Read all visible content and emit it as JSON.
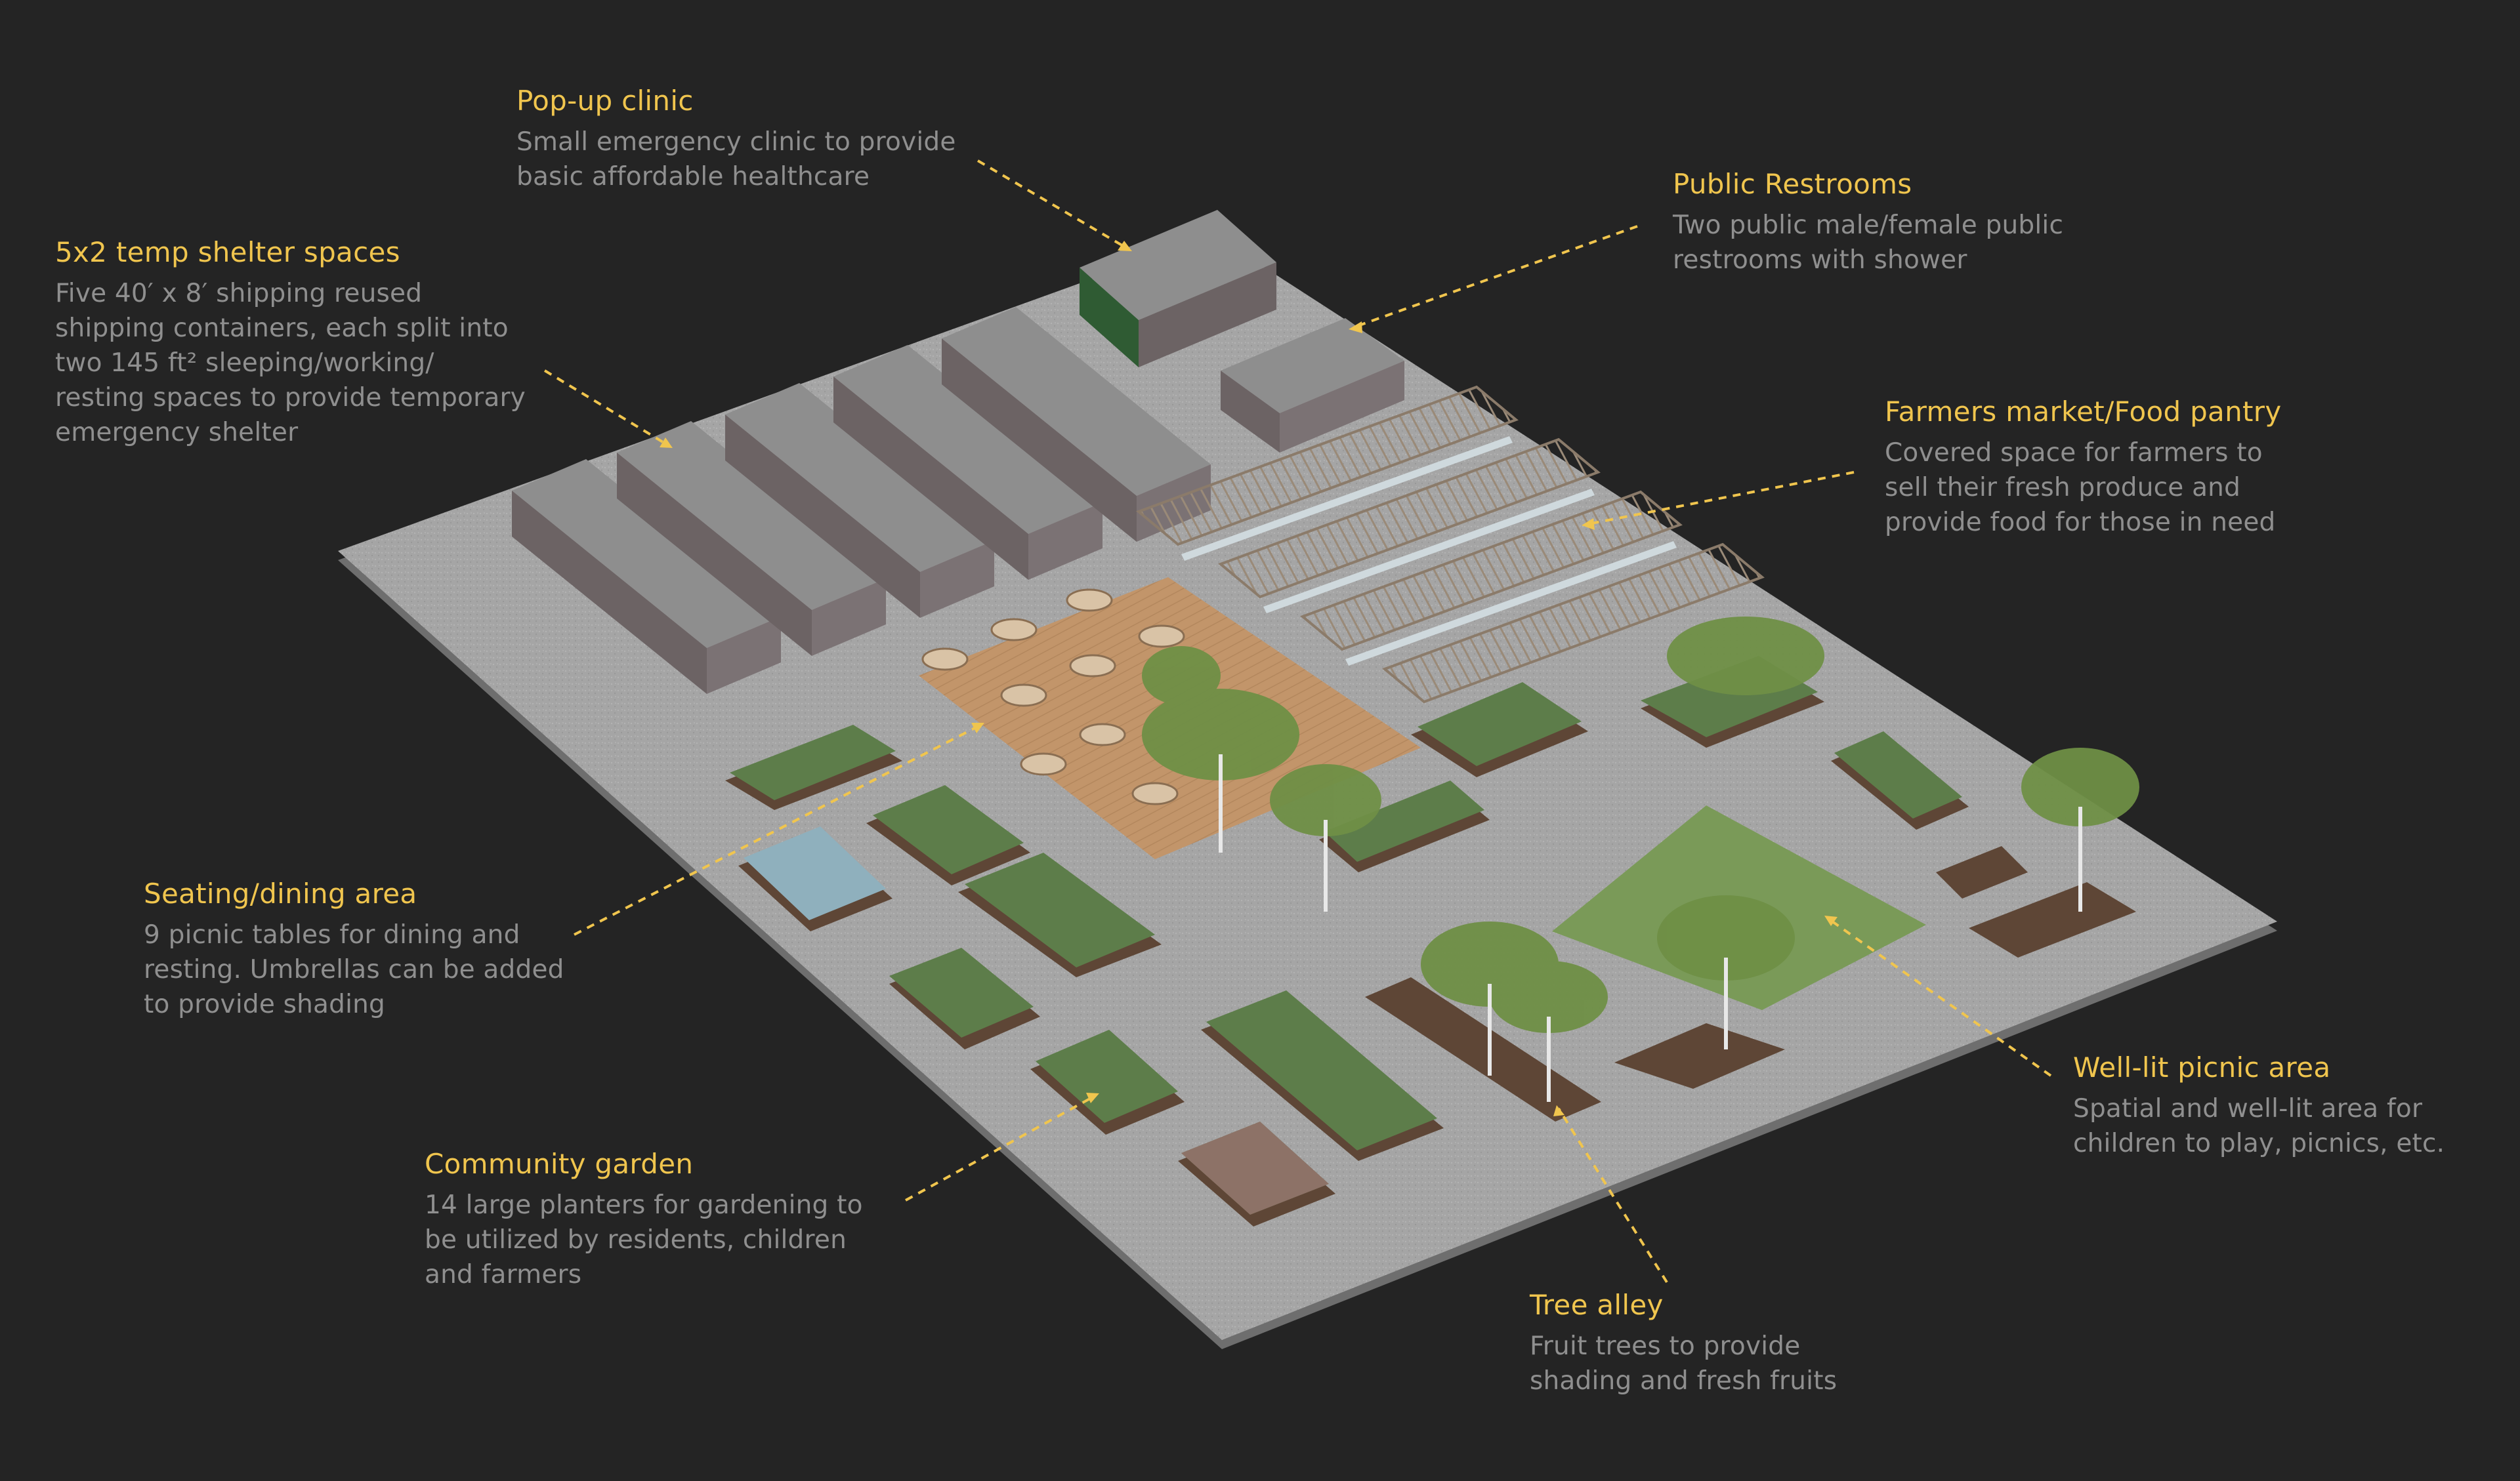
{
  "colors": {
    "background": "#242424",
    "title": "#f0c54e",
    "description": "#8f8f8f",
    "leader": "#f0c54e",
    "ground": "#a5a5a5",
    "ground_edge": "#6e6e6e",
    "deck": "#c2956a",
    "lawn": "#7a9a58",
    "planter": "#5e4636",
    "container_top": "#8e8e8e",
    "container_side": "#6c6364",
    "container_front": "#7b7274",
    "clinic_door": "#2f5b33",
    "pergola": "#9a8a78"
  },
  "annotations": [
    {
      "id": "clinic",
      "title": "Pop-up clinic",
      "lines": [
        "Small emergency clinic to provide",
        "basic affordable healthcare"
      ]
    },
    {
      "id": "restrooms",
      "title": "Public Restrooms",
      "lines": [
        "Two public male/female public",
        "restrooms with shower"
      ]
    },
    {
      "id": "shelter",
      "title": "5x2 temp shelter spaces",
      "lines": [
        "Five 40′ x 8′ shipping reused",
        "shipping containers, each split into",
        "two 145 ft² sleeping/working/",
        "resting spaces to provide temporary",
        "emergency shelter"
      ]
    },
    {
      "id": "market",
      "title": "Farmers market/Food pantry",
      "lines": [
        "Covered space for farmers to",
        "sell their fresh produce and",
        "provide food for those in need"
      ]
    },
    {
      "id": "seating",
      "title": "Seating/dining area",
      "lines": [
        "9 picnic tables for dining and",
        "resting. Umbrellas can be added",
        "to provide shading"
      ]
    },
    {
      "id": "picnic",
      "title": "Well-lit picnic area",
      "lines": [
        "Spatial and well-lit area for",
        "children to play, picnics, etc."
      ]
    },
    {
      "id": "garden",
      "title": "Community garden",
      "lines": [
        "14 large planters for gardening to",
        "be utilized by residents, children",
        "and farmers"
      ]
    },
    {
      "id": "trees",
      "title": "Tree alley",
      "lines": [
        "Fruit trees to provide",
        "shading and fresh fruits"
      ]
    }
  ]
}
